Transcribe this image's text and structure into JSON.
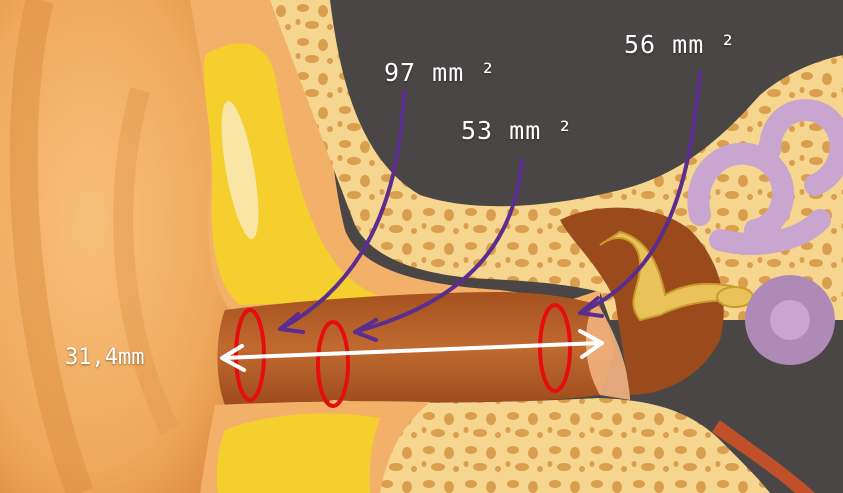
{
  "annotations": {
    "area_1": "97 mm ²",
    "area_2": "53 mm ²",
    "area_3": "56 mm ²",
    "length": "31,4mm"
  },
  "colors": {
    "background": "#4a4645",
    "skin": "#f3b068",
    "bone": "#f6d58e",
    "canal": "#b5602a",
    "cross_section": "#e60d0d",
    "arrow": "#5b2d8e",
    "measure": "#ffffff"
  }
}
